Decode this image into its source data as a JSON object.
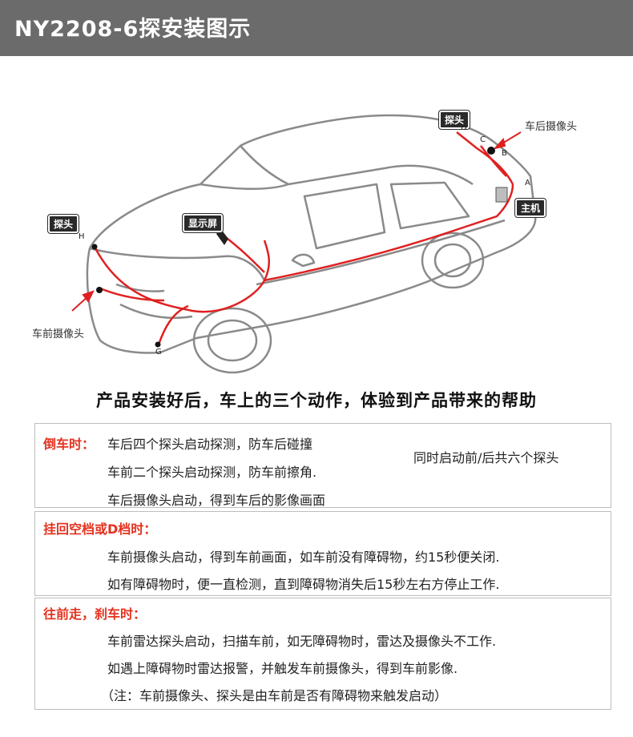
{
  "header": {
    "title": "NY2208-6探安装图示"
  },
  "diagram": {
    "labels": {
      "probe_rear": "探头",
      "rear_camera": "车后摄像头",
      "probe_front": "探头",
      "display": "显示屏",
      "host": "主机",
      "front_camera": "车前摄像头"
    },
    "points": {
      "a": "A",
      "b": "B",
      "c": "C",
      "d": "D",
      "g": "G",
      "h": "H"
    },
    "colors": {
      "wire": "#e02020",
      "outline": "#7a7a7a",
      "header_bg": "#6b6b6b",
      "accent": "#e4321f"
    }
  },
  "heading": "产品安装好后，车上的三个动作，体验到产品带来的帮助",
  "sections": [
    {
      "title": "倒车时：",
      "lines": [
        "车后四个探头启动探测，防车后碰撞",
        "车前二个探头启动探测，防车前擦角.",
        "车后摄像头启动，得到车后的影像画面"
      ],
      "side_note": "同时启动前/后共六个探头"
    },
    {
      "title": "挂回空档或D档时：",
      "lines": [
        "车前摄像头启动，得到车前画面，如车前没有障碍物，约15秒便关闭.",
        "如有障碍物时，便一直检测，直到障碍物消失后15秒左右方停止工作."
      ]
    },
    {
      "title": "往前走，刹车时：",
      "lines": [
        "车前雷达探头启动，扫描车前，如无障碍物时，雷达及摄像头不工作.",
        "如遇上障碍物时雷达报警，并触发车前摄像头，得到车前影像.",
        "（注：车前摄像头、探头是由车前是否有障碍物来触发启动）"
      ]
    }
  ]
}
